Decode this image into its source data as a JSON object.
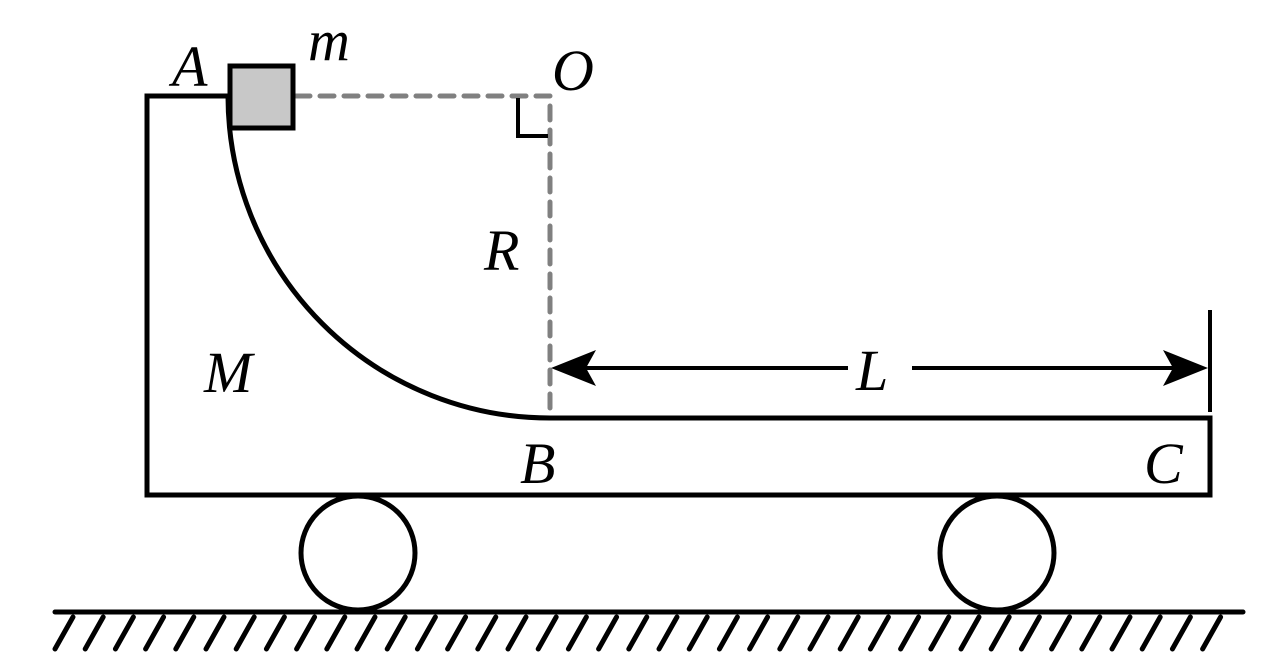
{
  "labels": {
    "A": "A",
    "m": "m",
    "O": "O",
    "R": "R",
    "M": "M",
    "B": "B",
    "C": "C",
    "L": "L"
  },
  "colors": {
    "block_fill": "#c8c8c8",
    "dashed": "#808080",
    "stroke": "#000000"
  }
}
